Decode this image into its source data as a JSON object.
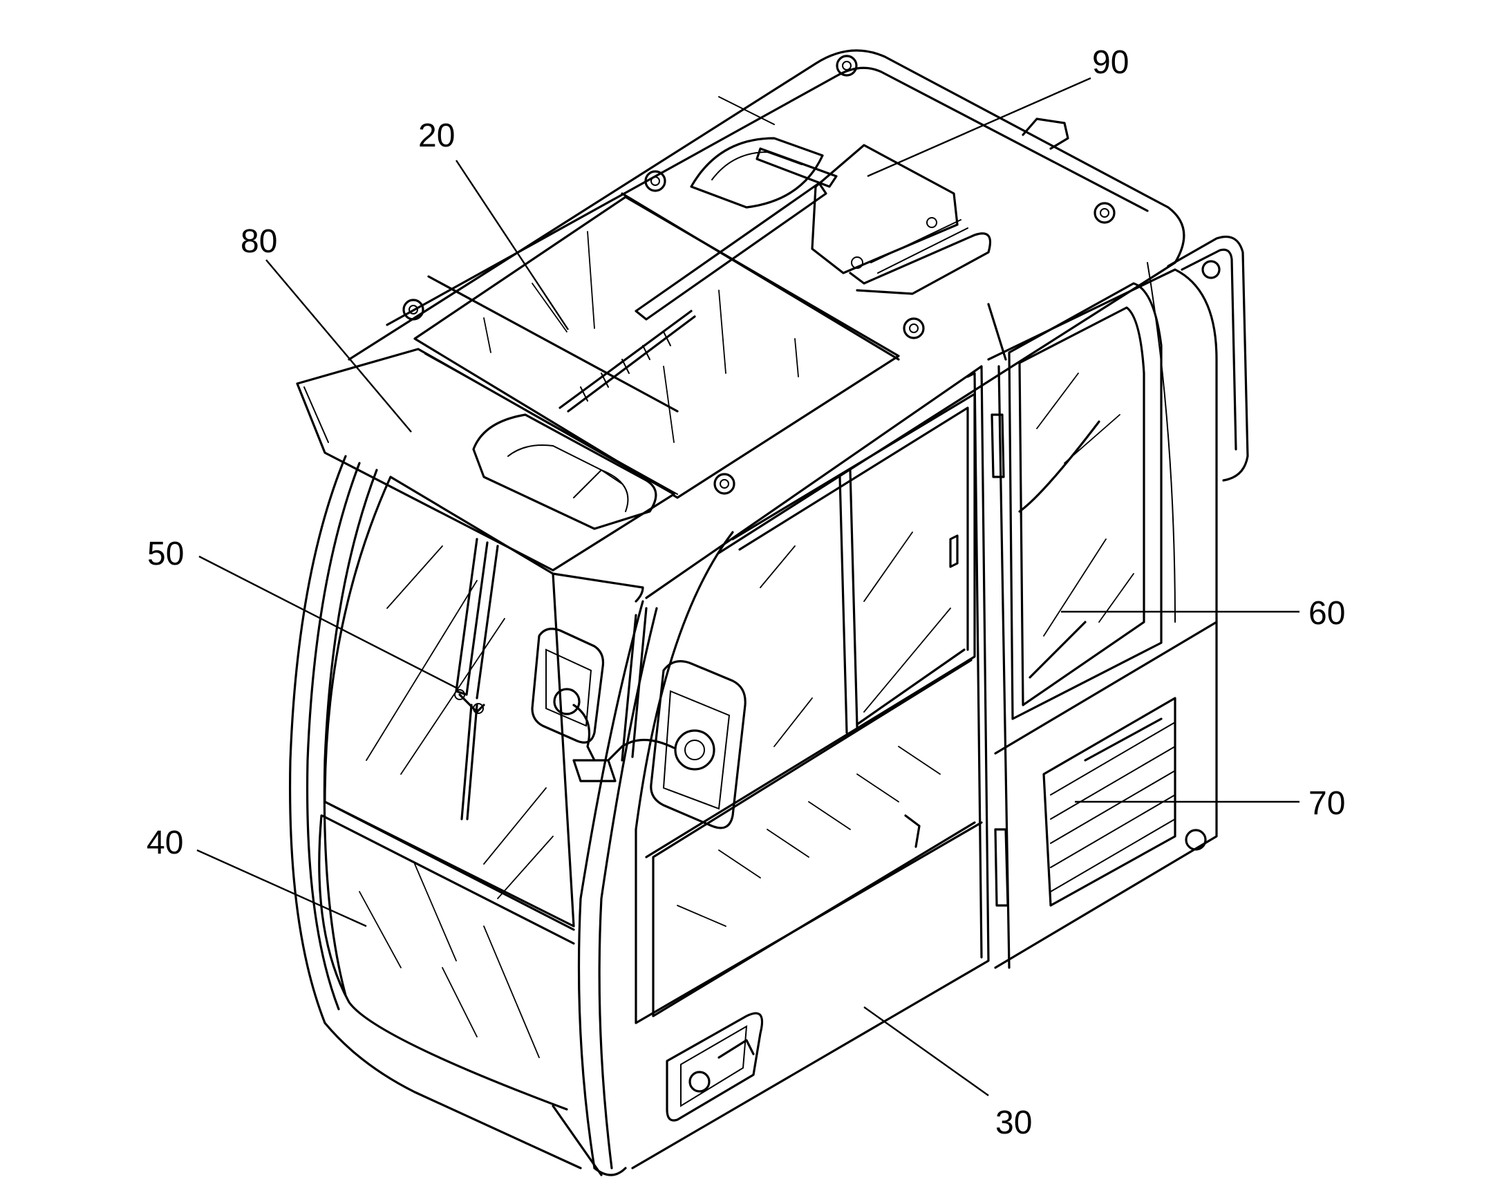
{
  "callouts": {
    "c20": "20",
    "c30": "30",
    "c40": "40",
    "c50": "50",
    "c60": "60",
    "c70": "70",
    "c80": "80",
    "c90": "90"
  }
}
